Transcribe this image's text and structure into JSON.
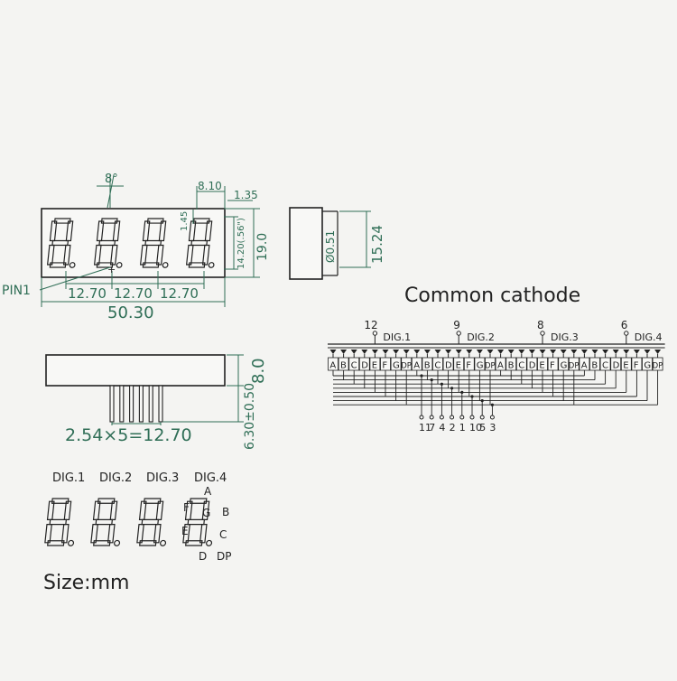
{
  "front_view": {
    "angle": "8°",
    "pitch_top": "8.10",
    "seg_width": "1.35",
    "seg_gap": "1.45",
    "digit_height": "14.20(.56\")",
    "height": "19.0",
    "pin1_label": "PIN1",
    "spacing": [
      "12.70",
      "12.70",
      "12.70"
    ],
    "total_width": "50.30"
  },
  "side_view": {
    "pin_dia": "Ø0.51",
    "pin_span": "15.24"
  },
  "bottom_view": {
    "height": "8.0",
    "pin_length": "6.30±0.50",
    "pin_spacing": "2.54×5=12.70"
  },
  "schematic": {
    "title": "Common cathode",
    "digits": [
      {
        "label": "DIG.1",
        "pin": "12"
      },
      {
        "label": "DIG.2",
        "pin": "9"
      },
      {
        "label": "DIG.3",
        "pin": "8"
      },
      {
        "label": "DIG.4",
        "pin": "6"
      }
    ],
    "segments": [
      "A",
      "B",
      "C",
      "D",
      "E",
      "F",
      "G",
      "DP"
    ],
    "segment_pins": [
      "11",
      "7",
      "4",
      "2",
      "1",
      "10",
      "5",
      "3"
    ]
  },
  "layout_view": {
    "digit_labels": [
      "DIG.1",
      "DIG.2",
      "DIG.3",
      "DIG.4"
    ],
    "segment_labels": {
      "a": "A",
      "b": "B",
      "c": "C",
      "d": "D",
      "e": "E",
      "f": "F",
      "g": "G",
      "dp": "DP"
    }
  },
  "size_note": "Size:mm"
}
